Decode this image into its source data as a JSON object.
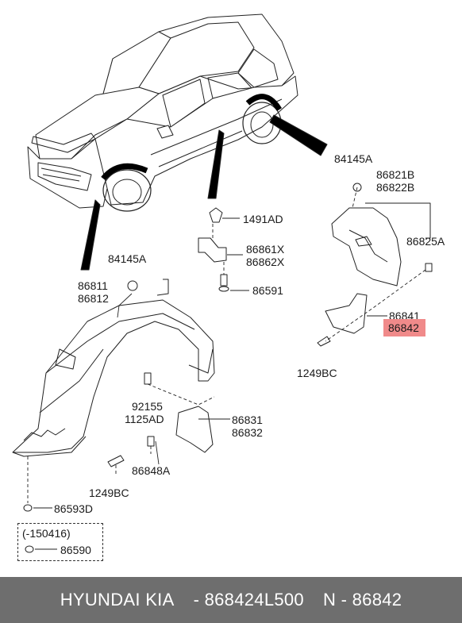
{
  "labels": {
    "p84145A_right": "84145A",
    "p86821B": "86821B",
    "p86822B": "86822B",
    "p1491AD": "1491AD",
    "p86825A": "86825A",
    "p86861X": "86861X",
    "p86862X": "86862X",
    "p84145A_left": "84145A",
    "p86591": "86591",
    "p86811": "86811",
    "p86812": "86812",
    "p86841": "86841",
    "p86842": "86842",
    "p1249BC_right": "1249BC",
    "p92155": "92155",
    "p1125AD": "1125AD",
    "p86831": "86831",
    "p86832": "86832",
    "p86848A": "86848A",
    "p1249BC_left": "1249BC",
    "p86593D": "86593D",
    "date_range": "(-150416)",
    "p86590": "86590"
  },
  "footer": {
    "brand": "HYUNDAI  KIA",
    "part_number": "- 868424L500",
    "position_number": "N - 86842"
  },
  "colors": {
    "highlight": "#f08a8a",
    "footer_bg": "#6e6e6e"
  }
}
